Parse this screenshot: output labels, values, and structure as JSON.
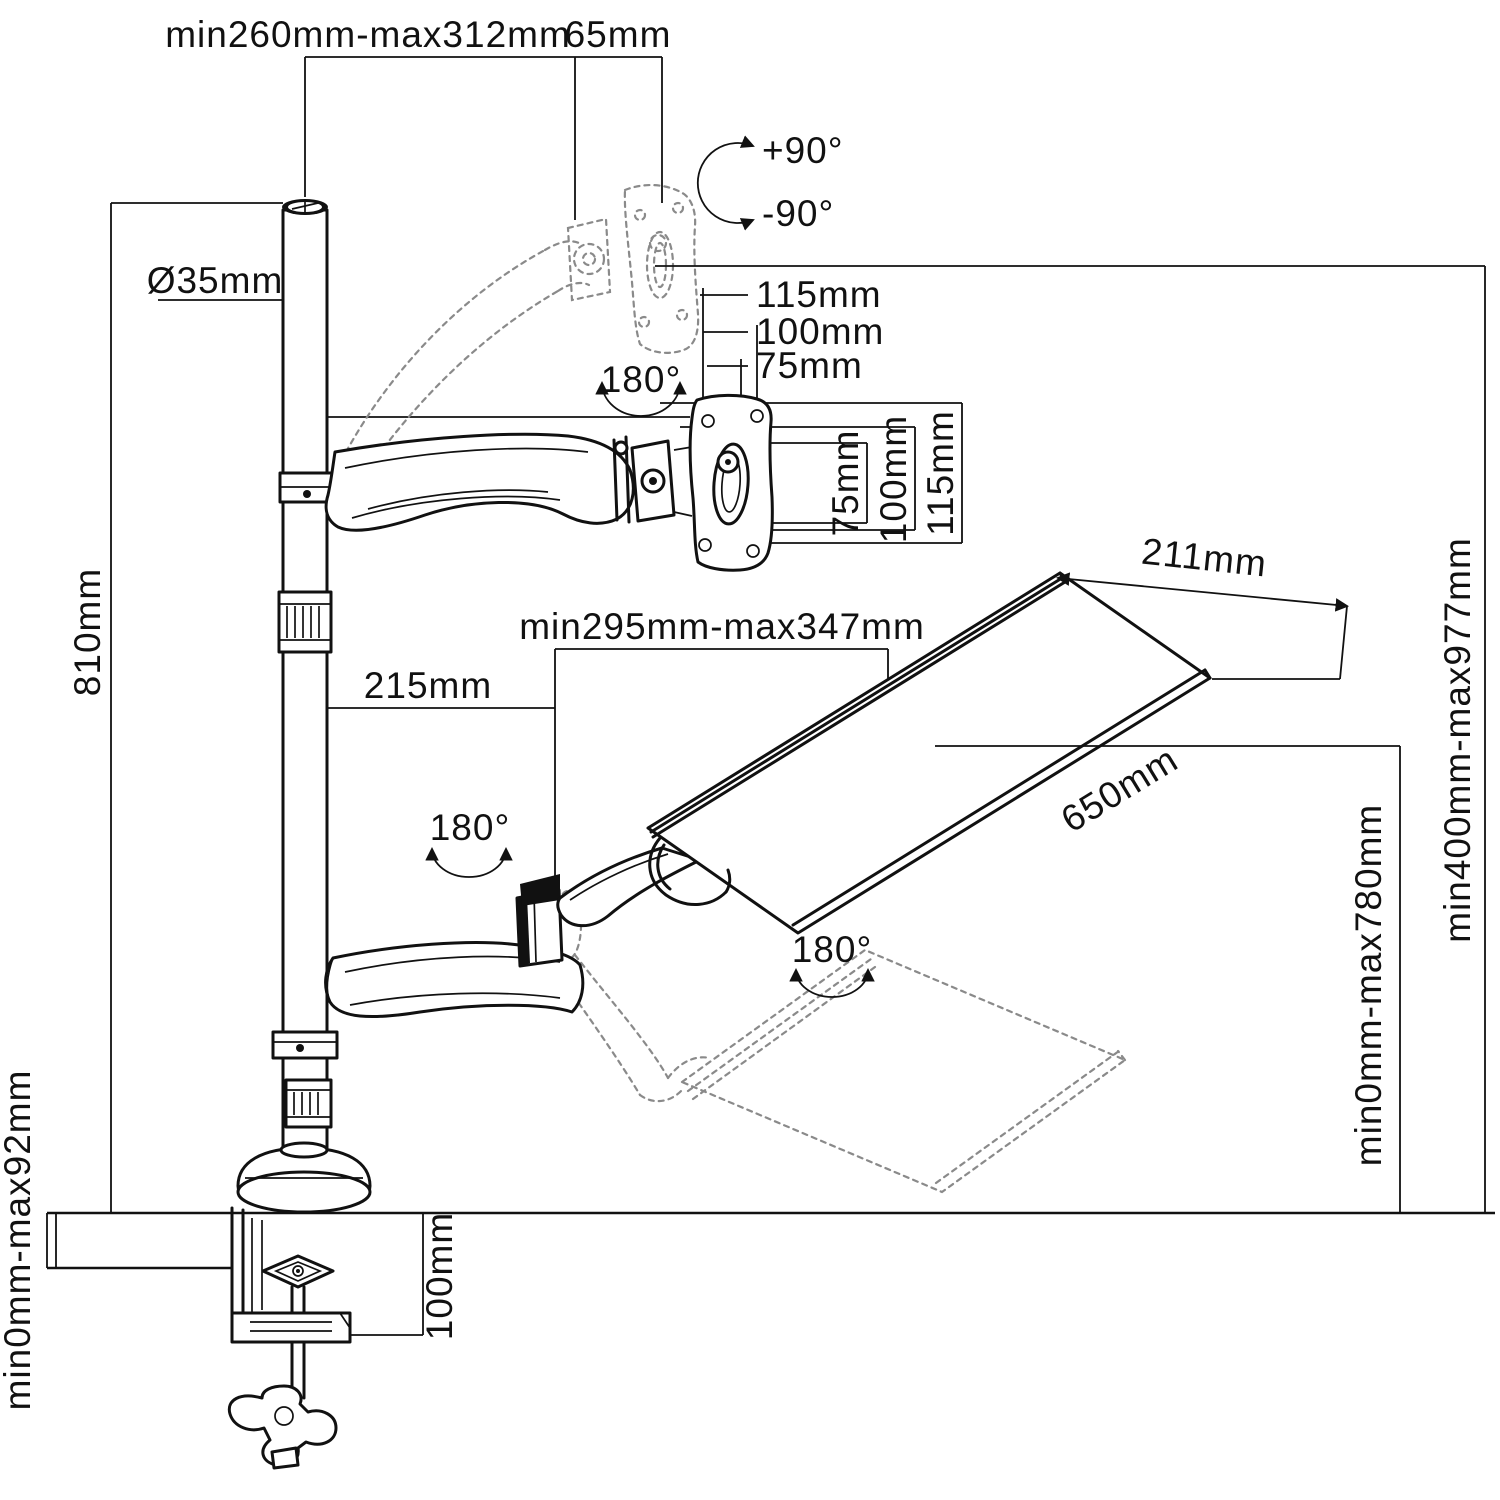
{
  "labels": {
    "pole_extension": "min260mm-max312mm",
    "vesa_offset": "65mm",
    "tilt_up": "+90°",
    "tilt_down": "-90°",
    "pole_diameter": "Ø35mm",
    "pole_height": "810mm",
    "vesa_h": [
      "115mm",
      "100mm",
      "75mm"
    ],
    "vesa_v": [
      "75mm",
      "100mm",
      "115mm"
    ],
    "swivel": "180°",
    "tray_depth": "211mm",
    "tray_width": "650mm",
    "arm_reach": "min295mm-max347mm",
    "arm_length": "215mm",
    "monitor_height_range": "min400mm-max977mm",
    "tray_height_range": "min0mm-max780mm",
    "desk_thickness": "min0mm-max92mm",
    "clamp_depth": "100mm"
  },
  "colors": {
    "line": "#111111",
    "ghost": "#8a8a8a",
    "background": "#ffffff"
  }
}
